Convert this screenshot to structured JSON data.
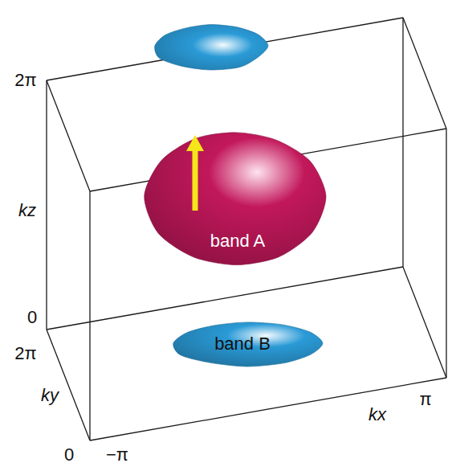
{
  "diagram": {
    "nodes": [
      {
        "text": [
          "band A"
        ]
      },
      {
        "text": [
          "band B"
        ]
      }
    ],
    "labels": [
      "2π",
      "kz",
      "0",
      "2π",
      "ky",
      "0",
      "−π",
      "kx",
      "π"
    ]
  }
}
